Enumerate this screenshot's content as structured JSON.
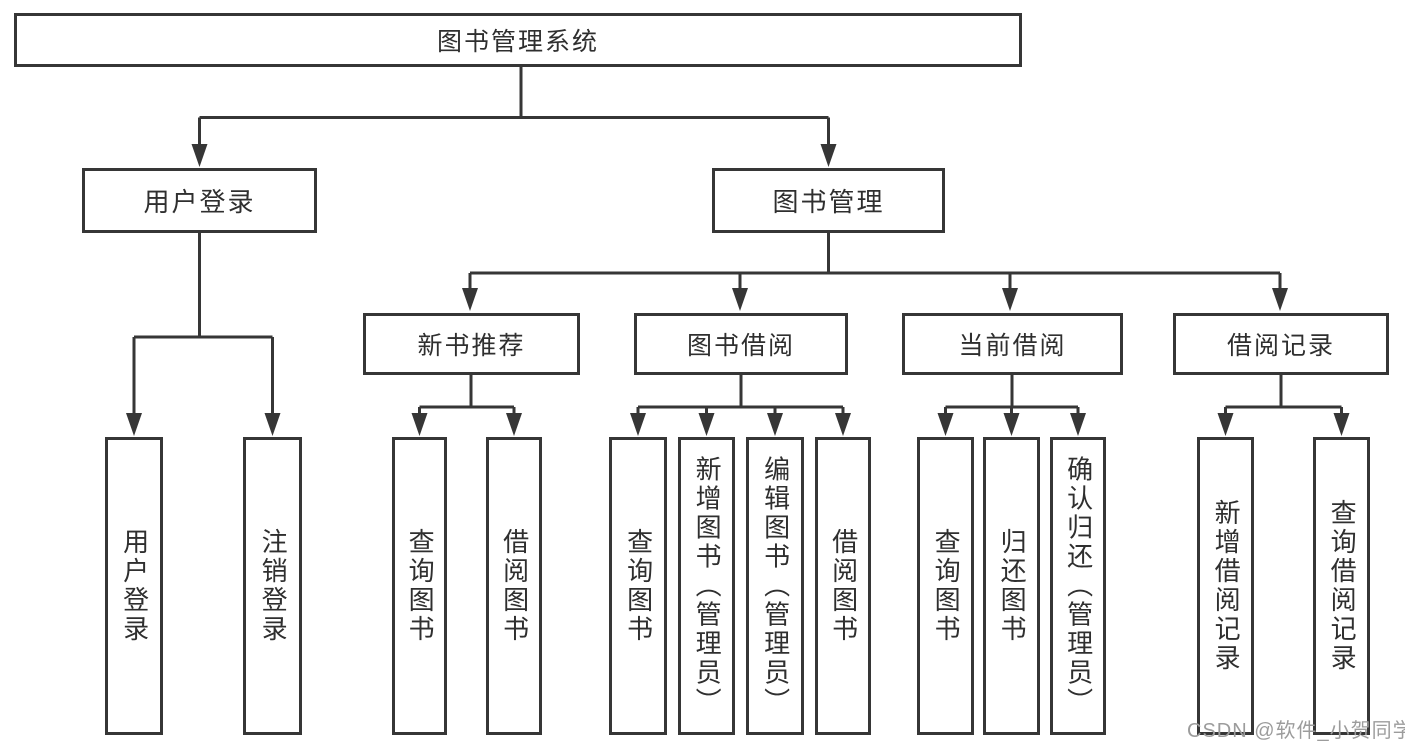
{
  "diagram": {
    "root": {
      "label": "图书管理系统",
      "children": [
        {
          "label": "用户登录",
          "children": [
            {
              "label": "用户登录"
            },
            {
              "label": "注销登录"
            }
          ]
        },
        {
          "label": "图书管理",
          "children": [
            {
              "label": "新书推荐",
              "children": [
                {
                  "label": "查询图书"
                },
                {
                  "label": "借阅图书"
                }
              ]
            },
            {
              "label": "图书借阅",
              "children": [
                {
                  "label": "查询图书"
                },
                {
                  "label": "新增图书（管理员）"
                },
                {
                  "label": "编辑图书（管理员）"
                },
                {
                  "label": "借阅图书"
                }
              ]
            },
            {
              "label": "当前借阅",
              "children": [
                {
                  "label": "查询图书"
                },
                {
                  "label": "归还图书"
                },
                {
                  "label": "确认归还（管理员）"
                }
              ]
            },
            {
              "label": "借阅记录",
              "children": [
                {
                  "label": "新增借阅记录"
                },
                {
                  "label": "查询借阅记录"
                }
              ]
            }
          ]
        }
      ]
    }
  },
  "watermark": "CSDN @软件_小贺同学",
  "colors": {
    "line": "#363636",
    "text": "#2f2f2f",
    "watermark": "#9c9c9c",
    "background": "#ffffff"
  }
}
